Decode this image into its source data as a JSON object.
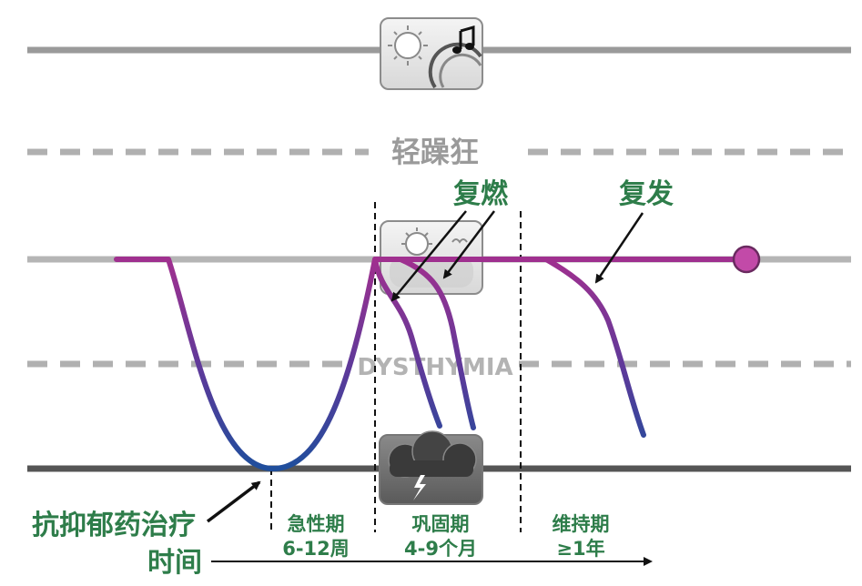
{
  "labels": {
    "hypomania": "轻躁狂",
    "dysthymia": "DYSTHYMIA",
    "relapse_partial": "复燃",
    "recurrence": "复发",
    "antidepressant_treatment": "抗抑郁药治疗",
    "time": "时间"
  },
  "phases": [
    {
      "name": "急性期",
      "duration": "6-12周"
    },
    {
      "name": "巩固期",
      "duration": "4-9个月"
    },
    {
      "name": "维持期",
      "duration": "≥1年"
    }
  ],
  "icons": {
    "mania": "sun-music-icon",
    "euthymia": "sun-cloud-icon",
    "depression": "storm-cloud-icon"
  },
  "colors": {
    "green_label": "#2e7d4a",
    "grey_label": "#9a9a9a",
    "curve_top": "#a0308f",
    "curve_bottom": "#1f4e9c",
    "endpoint": "#c24aa8"
  }
}
